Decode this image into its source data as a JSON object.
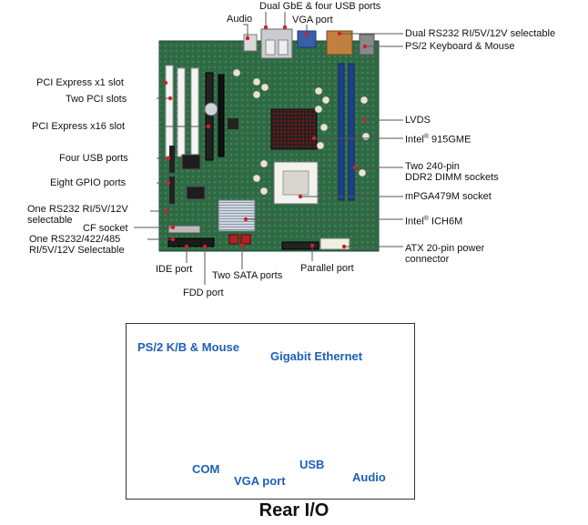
{
  "board_labels": {
    "audio": "Audio",
    "dual_gbe": "Dual GbE & four USB ports",
    "vga_port": "VGA port",
    "dual_rs232": "Dual RS232 RI/5V/12V selectable",
    "ps2": "PS/2 Keyboard & Mouse",
    "pcie_x1": "PCI Express x1 slot",
    "two_pci": "Two PCI slots",
    "pcie_x16": "PCI Express x16 slot",
    "four_usb": "Four USB ports",
    "gpio": "Eight GPIO ports",
    "rs232_l1": "One RS232 RI/5V/12V",
    "rs232_l2": "selectable",
    "cf": "CF socket",
    "rs485_l1": "One RS232/422/485",
    "rs485_l2": "RI/5V/12V Selectable",
    "ide": "IDE port",
    "sata": "Two SATA ports",
    "parallel": "Parallel port",
    "fdd": "FDD port",
    "lvds": "LVDS",
    "intel_915": "Intel",
    "intel_915_reg": "®",
    "intel_915_suffix": " 915GME",
    "dimm_l1": "Two 240-pin",
    "dimm_l2": "DDR2 DIMM sockets",
    "mpga": "mPGA479M socket",
    "intel_ich": "Intel",
    "intel_ich_reg": "®",
    "intel_ich_suffix": " ICH6M",
    "atx_l1": "ATX 20-pin power",
    "atx_l2": "connector"
  },
  "rear_io": {
    "ps2": "PS/2 K/B & Mouse",
    "gbe": "Gigabit Ethernet",
    "com": "COM",
    "vga": "VGA port",
    "usb": "USB",
    "audio": "Audio",
    "caption": "Rear I/O"
  },
  "colors": {
    "pcb": "#2f6b45",
    "accent_blue": "#1e5fb8",
    "callout_red": "#d21f26",
    "callout_line": "#555555"
  }
}
